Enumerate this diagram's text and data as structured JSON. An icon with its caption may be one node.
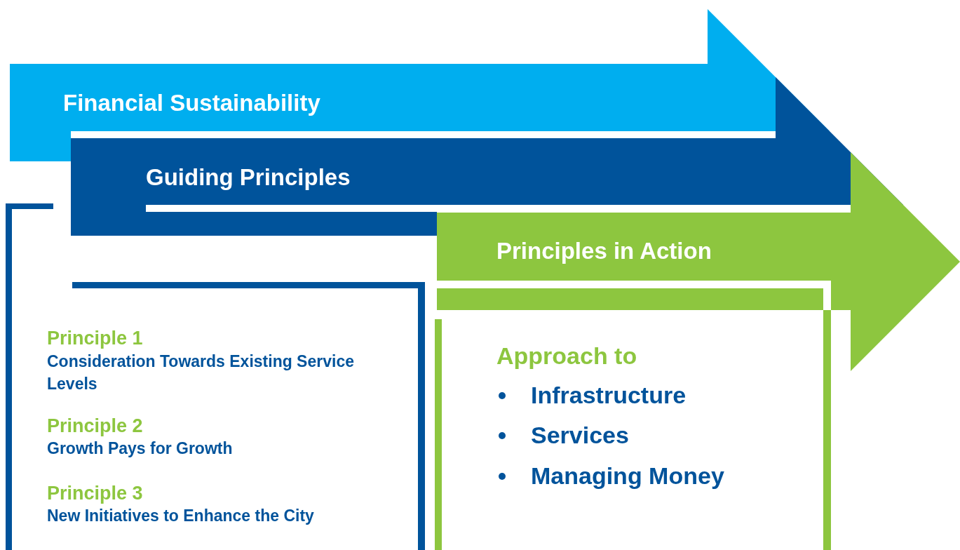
{
  "diagram": {
    "nodes": [
      {
        "text": [
          "Financial Sustainability"
        ]
      },
      {
        "text": [
          "Guiding Principles"
        ]
      },
      {
        "text": [
          "Principles in Action"
        ]
      },
      {
        "text": [
          "Principle 1",
          "Consideration Towards Existing Service Levels",
          "Principle 2",
          "Growth Pays for Growth",
          "Principle 3",
          "New Initiatives to Enhance the City"
        ]
      },
      {
        "text": [
          "Approach to",
          "Infrastructure",
          "Services",
          "Managing Money"
        ]
      }
    ]
  }
}
